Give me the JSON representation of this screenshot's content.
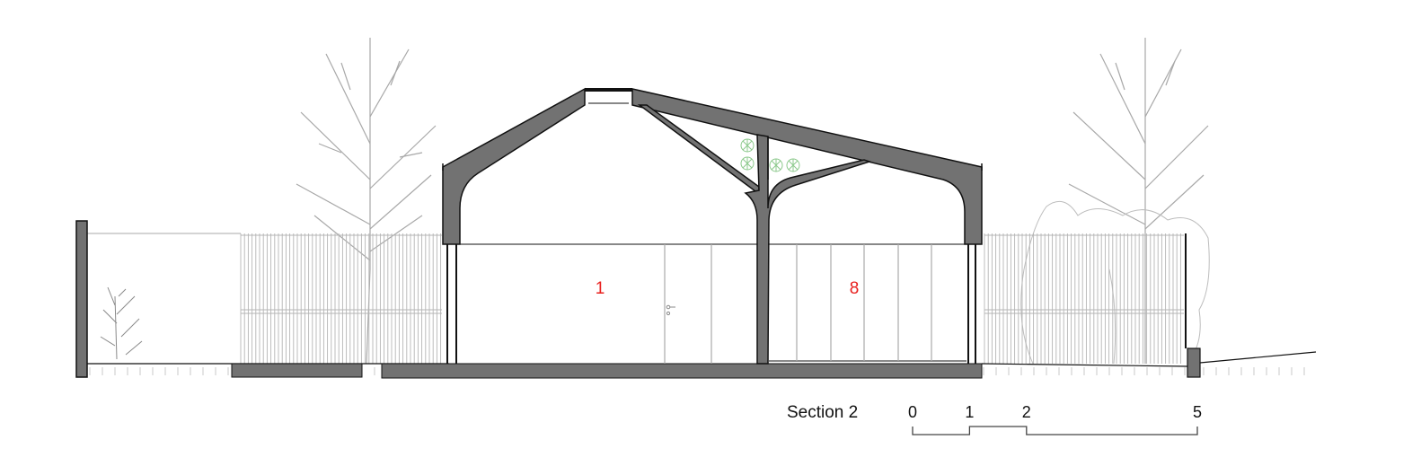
{
  "drawing": {
    "title": "Section 2",
    "rooms": [
      {
        "label": "1"
      },
      {
        "label": "8"
      }
    ],
    "scale_bar": {
      "unit_max": 5,
      "ticks": [
        {
          "value": 0,
          "label": "0"
        },
        {
          "value": 1,
          "label": "1"
        },
        {
          "value": 2,
          "label": "2"
        },
        {
          "value": 5,
          "label": "5"
        }
      ]
    },
    "colors": {
      "structure": "#727272",
      "outline": "#111111",
      "fence": "#b5b5b5",
      "tree": "#a8a8a8",
      "room_label": "#e8201e",
      "fan": "#8cc98c"
    }
  }
}
